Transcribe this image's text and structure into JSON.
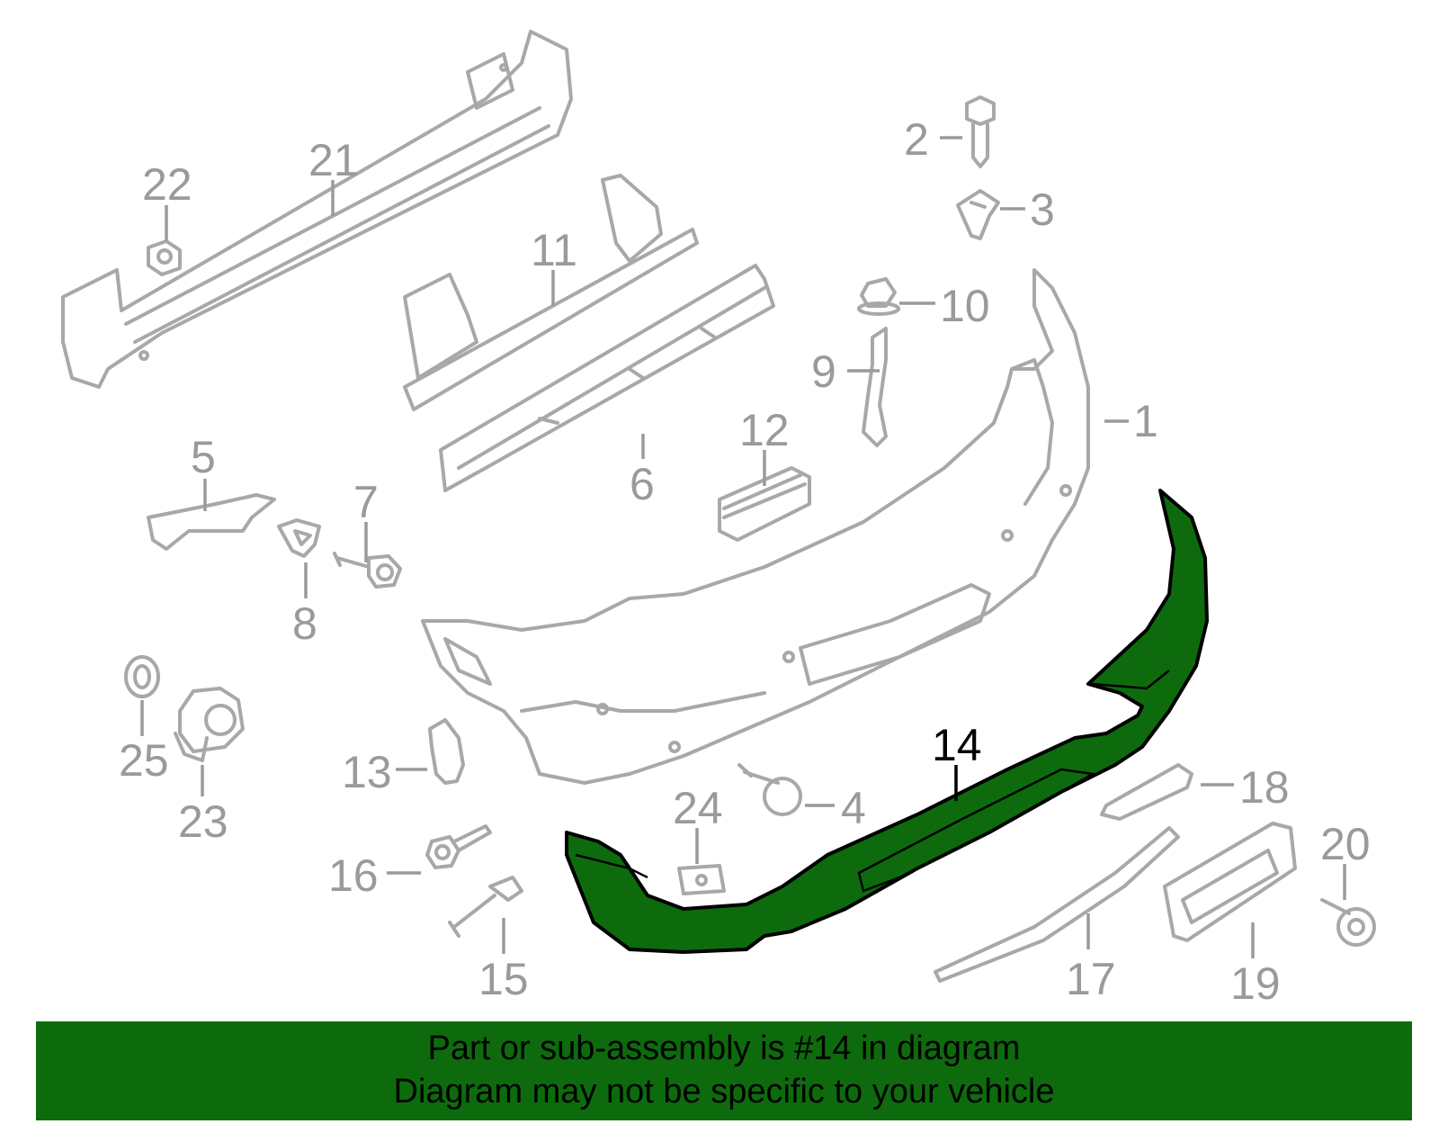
{
  "colors": {
    "highlight": "#0d6b0d",
    "part_line": "#a8a8a8",
    "label_text": "#9a9a9a",
    "banner_bg": "#0d6b0d"
  },
  "callouts": {
    "c1": "1",
    "c2": "2",
    "c3": "3",
    "c4": "4",
    "c5": "5",
    "c6": "6",
    "c7": "7",
    "c8": "8",
    "c9": "9",
    "c10": "10",
    "c11": "11",
    "c12": "12",
    "c13": "13",
    "c14": "14",
    "c15": "15",
    "c16": "16",
    "c17": "17",
    "c18": "18",
    "c19": "19",
    "c20": "20",
    "c21": "21",
    "c22": "22",
    "c23": "23",
    "c24": "24",
    "c25": "25"
  },
  "highlighted_part": "14",
  "banner": {
    "line1": "Part or sub-assembly is #14 in diagram",
    "line2": "Diagram may not be specific to your vehicle"
  }
}
